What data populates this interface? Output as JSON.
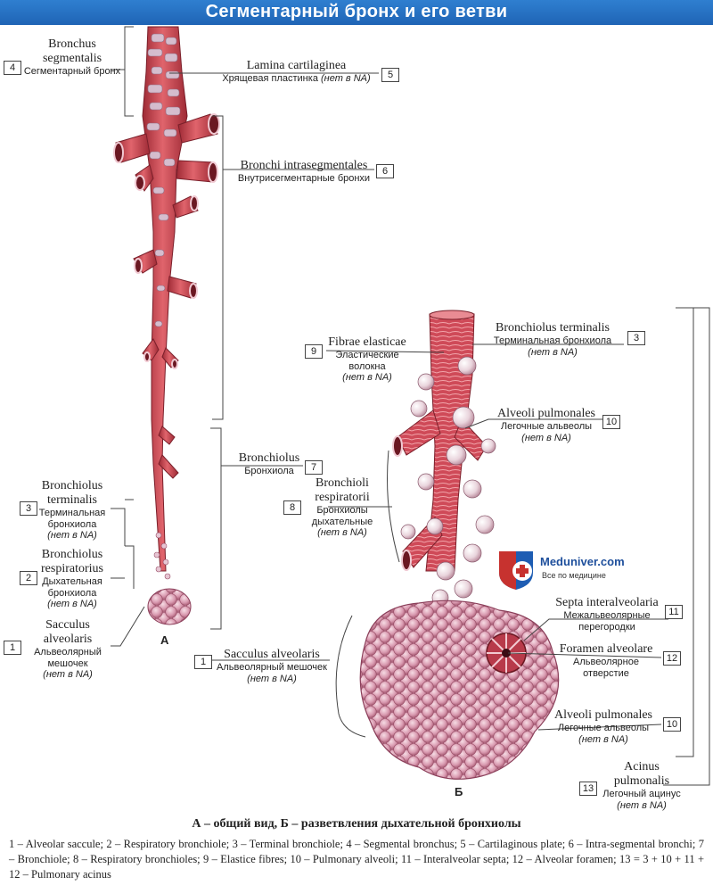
{
  "header": {
    "title": "Сегментарный бронх и его ветви"
  },
  "figureA": {
    "letter": "А",
    "bronchus_segmentalis": {
      "num": "4",
      "lat": "Bronchus segmentalis",
      "rus": "Сегментарный бронх"
    },
    "lamina": {
      "num": "5",
      "lat": "Lamina cartilaginea",
      "rus": "Хрящевая пластинка",
      "na": "(нет в NA)"
    },
    "intrasegmentales": {
      "num": "6",
      "lat": "Bronchi intrasegmentales",
      "rus": "Внутрисегментарные бронхи"
    },
    "bronchiolus": {
      "num": "7",
      "lat": "Bronchiolus",
      "rus": "Бронхиола"
    },
    "terminalis": {
      "num": "3",
      "lat": "Bronchiolus terminalis",
      "rus": "Терминальная бронхиола",
      "na": "(нет в NA)"
    },
    "respiratorius": {
      "num": "2",
      "lat": "Bronchiolus respiratorius",
      "rus": "Дыхательная бронхиола",
      "na": "(нет в NA)"
    },
    "sacculus": {
      "num": "1",
      "lat": "Sacculus alveolaris",
      "rus": "Альвеолярный мешочек",
      "na": "(нет в NA)"
    }
  },
  "figureB": {
    "letter": "Б",
    "terminalis": {
      "num": "3",
      "lat": "Bronchiolus terminalis",
      "rus": "Терминальная бронхиола",
      "na": "(нет в NA)"
    },
    "fibrae": {
      "num": "9",
      "lat": "Fibrae elasticae",
      "rus": "Эластические волокна",
      "na": "(нет в NA)"
    },
    "alveoli_top": {
      "num": "10",
      "lat": "Alveoli pulmonales",
      "rus": "Легочные альвеолы",
      "na": "(нет в NA)"
    },
    "respiratorii": {
      "num": "8",
      "lat": "Bronchioli respiratorii",
      "rus": "Бронхиолы дыхательные",
      "na": "(нет в NA)"
    },
    "septa": {
      "num": "11",
      "lat": "Septa interalveolaria",
      "rus": "Межальвеолярные перегородки"
    },
    "foramen": {
      "num": "12",
      "lat": "Foramen alveolare",
      "rus": "Альвеолярное отверстие"
    },
    "sacculus": {
      "num": "1",
      "lat": "Sacculus alveolaris",
      "rus": "Альвеолярный мешочек",
      "na": "(нет в NA)"
    },
    "alveoli_bottom": {
      "num": "10",
      "lat": "Alveoli pulmonales",
      "rus": "Легочные альвеолы",
      "na": "(нет в NA)"
    },
    "acinus": {
      "num": "13",
      "lat": "Acinus pulmonalis",
      "rus": "Легочный ацинус",
      "na": "(нет в NA)"
    }
  },
  "logo": {
    "name": "Meduniver.com",
    "tagline": "Все по медицине"
  },
  "caption": "А – общий вид, Б – разветвления дыхательной бронхиолы",
  "legend": "1 – Alveolar saccule; 2 – Respiratory bronchiole; 3 – Terminal bronchiole; 4 – Segmental bronchus; 5 – Cartilaginous plate; 6 – Intra-segmental bronchi; 7 – Bronchiole; 8 – Respiratory bronchioles; 9 – Elastice fibres; 10 – Pulmonary alveoli; 11 – Interalveolar septa; 12 – Alveolar foramen; 13 = 3 + 10 + 11 + 12 – Pulmonary acinus",
  "colors": {
    "banner": "#2f7fd0",
    "tissue": "#c8404a",
    "cartilage": "#c9b6c8",
    "alveoli": "#d9a0b3"
  }
}
